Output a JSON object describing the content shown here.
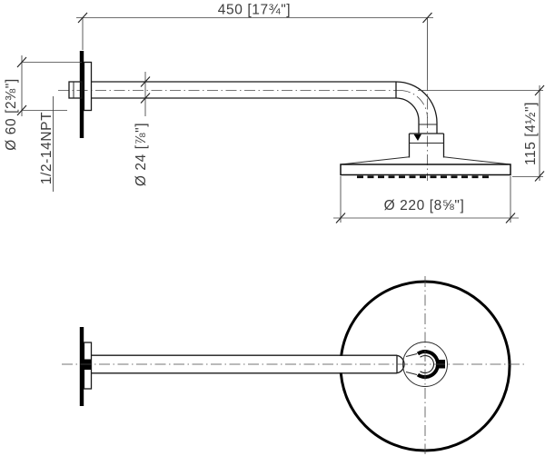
{
  "drawing": {
    "background_color": "#ffffff",
    "line_color": "#1a1a1a",
    "labels": {
      "arm_length": "450 [17¾\"]",
      "flange_diameter": "Ø 60 [2⅜\"]",
      "thread_size": "1/2-14NPT",
      "arm_diameter": "Ø 24 [⅞\"]",
      "head_drop_height": "115 [4½\"]",
      "head_diameter": "Ø 220 [8⅝\"]"
    }
  }
}
